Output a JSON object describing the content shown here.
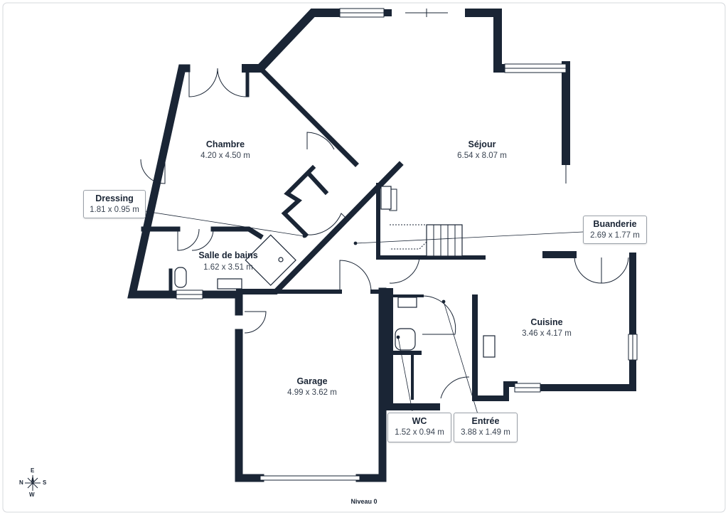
{
  "level_label": "Niveau 0",
  "compass": {
    "top": "E",
    "left": "N",
    "right": "S",
    "bottom": "W"
  },
  "rooms": {
    "chambre": {
      "name": "Chambre",
      "dim": "4.20 x 4.50 m"
    },
    "sejour": {
      "name": "Séjour",
      "dim": "6.54 x 8.07 m"
    },
    "dressing": {
      "name": "Dressing",
      "dim": "1.81 x 0.95 m"
    },
    "buanderie": {
      "name": "Buanderie",
      "dim": "2.69 x 1.77 m"
    },
    "salle_de_bains": {
      "name": "Salle de bains",
      "dim": "1.62 x 3.51 m"
    },
    "cuisine": {
      "name": "Cuisine",
      "dim": "3.46 x 4.17 m"
    },
    "garage": {
      "name": "Garage",
      "dim": "4.99 x 3.62 m"
    },
    "wc": {
      "name": "WC",
      "dim": "1.52 x 0.94 m"
    },
    "entree": {
      "name": "Entrée",
      "dim": "3.88 x 1.49 m"
    }
  }
}
